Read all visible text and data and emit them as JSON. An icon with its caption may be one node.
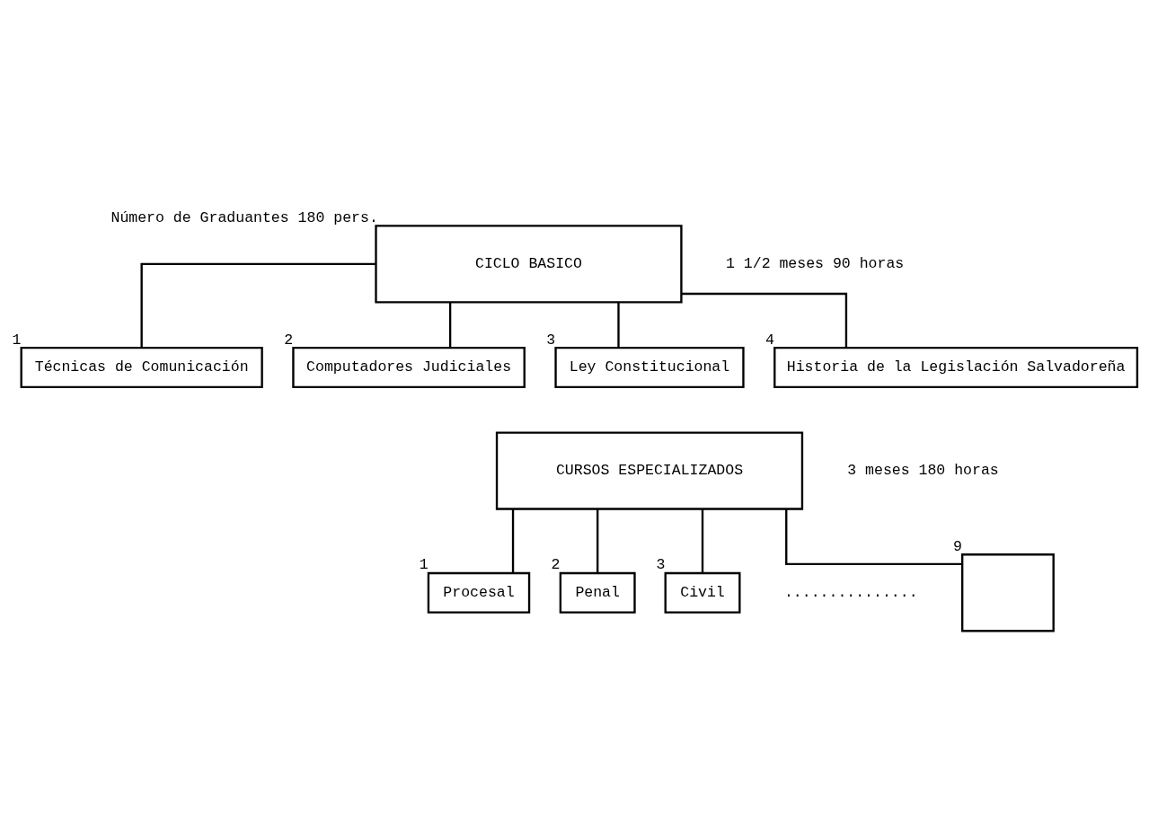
{
  "diagram": {
    "nodes": [
      {
        "text": [
          "CICLO BASICO"
        ],
        "beside": [
          "Número de Graduantes 180 pers."
        ]
      },
      {
        "text": [
          "Técnicas de Comunicación"
        ],
        "beside": [
          "1"
        ]
      },
      {
        "text": [
          "Computadores Judiciales"
        ],
        "beside": [
          "2"
        ]
      },
      {
        "text": [
          "Ley Constitucional"
        ],
        "beside": [
          "3"
        ]
      },
      {
        "text": [
          "Historia de la Legislación Salvadoreña"
        ],
        "beside": [
          "4"
        ]
      },
      {
        "text": [
          "CURSOS ESPECIALIZADOS"
        ]
      },
      {
        "text": [
          "Procesal"
        ],
        "beside": [
          "1"
        ]
      },
      {
        "text": [
          "Penal"
        ],
        "beside": [
          "2"
        ]
      },
      {
        "text": [
          "Civil"
        ],
        "beside": [
          "3"
        ]
      },
      {
        "text": [],
        "shape": "box",
        "beside": [
          "9"
        ]
      }
    ],
    "edges": [
      {
        "from": 0,
        "to": 1,
        "arrow": "none"
      },
      {
        "from": 0,
        "to": 2,
        "arrow": "none"
      },
      {
        "from": 0,
        "to": 3,
        "arrow": "none"
      },
      {
        "from": 0,
        "to": 4,
        "arrow": "none"
      },
      {
        "from": 5,
        "to": 6,
        "arrow": "none"
      },
      {
        "from": 5,
        "to": 7,
        "arrow": "none"
      },
      {
        "from": 5,
        "to": 8,
        "arrow": "none"
      },
      {
        "from": 5,
        "to": 9,
        "arrow": "none"
      }
    ],
    "labels": [
      "1 1/2 meses 90 horas",
      "3 meses 180 horas",
      "..............."
    ]
  }
}
